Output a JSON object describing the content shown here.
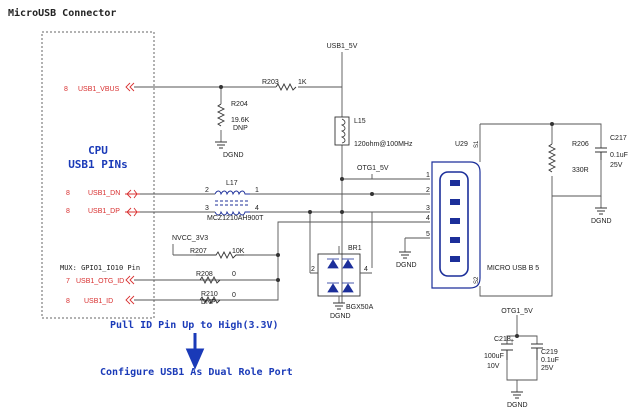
{
  "title": "MicroUSB Connector",
  "cpu": {
    "title": "CPU",
    "subtitle": "USB1 PINs",
    "mux": "MUX: GPIO1_IO10 Pin",
    "pins": [
      {
        "num": "8",
        "name": "USB1_VBUS"
      },
      {
        "num": "8",
        "name": "USB1_DN"
      },
      {
        "num": "8",
        "name": "USB1_DP"
      },
      {
        "num": "7",
        "name": "USB1_OTG_ID"
      },
      {
        "num": "8",
        "name": "USB1_ID"
      }
    ]
  },
  "nets": {
    "usb1_5v": "USB1_5V",
    "otg1_5v_a": "OTG1_5V",
    "otg1_5v_b": "OTG1_5V",
    "nvcc": "NVCC_3V3",
    "dgnd": "DGND"
  },
  "components": {
    "r203": {
      "ref": "R203",
      "val": "1K"
    },
    "r204": {
      "ref": "R204",
      "val": "19.6K",
      "dnp": "DNP"
    },
    "l15": {
      "ref": "L15",
      "val": "120ohm@100MHz"
    },
    "l17": {
      "ref": "L17",
      "val": "MCZ1210AH900T",
      "p1": "2",
      "p2": "1",
      "p3": "3",
      "p4": "4"
    },
    "r207": {
      "ref": "R207",
      "val": "10K"
    },
    "r208": {
      "ref": "R208",
      "val": "0"
    },
    "r210": {
      "ref": "R210",
      "val": "0",
      "dnp": "DNP"
    },
    "br1": {
      "ref": "BR1",
      "val": "BGX50A",
      "p2": "2",
      "p4": "4"
    },
    "u29": {
      "ref": "U29",
      "val": "MICRO USB B 5",
      "s1": "S1",
      "s2": "S2",
      "pins": [
        "1",
        "2",
        "3",
        "4",
        "5"
      ]
    },
    "r206": {
      "ref": "R206",
      "val": "330R"
    },
    "c217": {
      "ref": "C217",
      "val": "0.1uF",
      "v": "25V"
    },
    "c218": {
      "ref": "C218",
      "val": "100uF",
      "v": "10V"
    },
    "c219": {
      "ref": "C219",
      "val": "0.1uF",
      "v": "25V"
    }
  },
  "annotations": {
    "pullup": "Pull ID Pin Up to High(3.3V)",
    "configure": "Configure USB1 As Dual Role Port"
  },
  "colors": {
    "wire": "#555555",
    "signal": "#d83030",
    "annotation": "#1a3ab8",
    "component": "#1c2f9a"
  }
}
